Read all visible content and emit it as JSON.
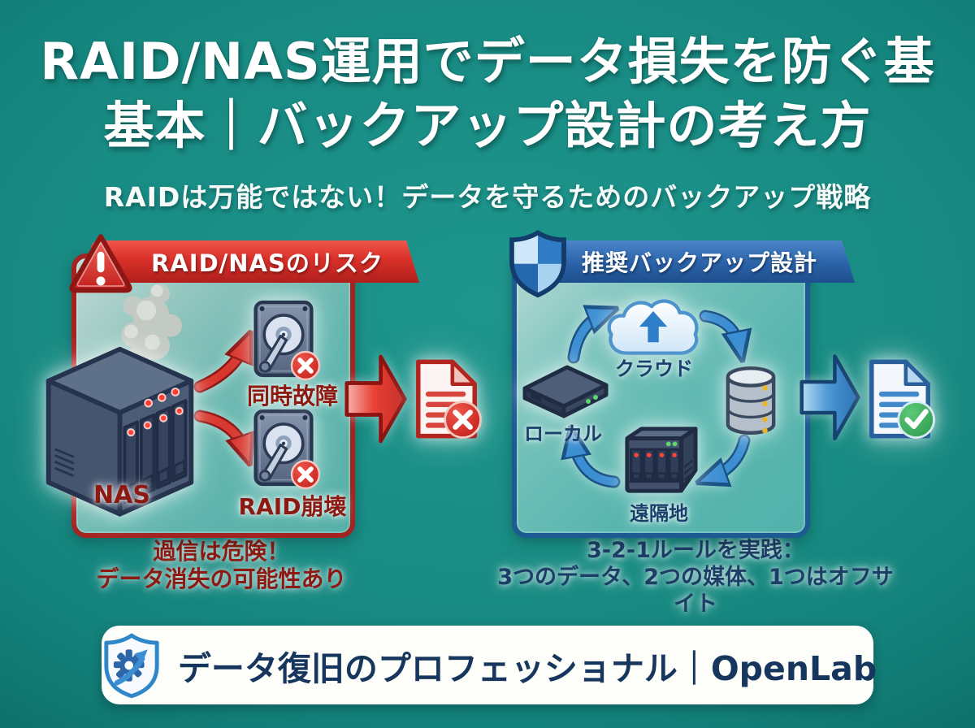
{
  "title": {
    "line1": "RAID/NAS運用でデータ損失を防ぐ基",
    "line2": "基本｜バックアップ設計の考え方"
  },
  "subtitle": "RAIDは万能ではない！データを守るためのバックアップ戦略",
  "risk_panel": {
    "header": "RAID/NASのリスク",
    "nas_label": "NAS",
    "failure_labels": [
      "同時故障",
      "RAID崩壊"
    ],
    "caption": [
      "過信は危険！",
      "データ消失の可能性あり"
    ]
  },
  "backup_panel": {
    "header": "推奨バックアップ設計",
    "node_labels": {
      "cloud": "クラウド",
      "local": "ローカル",
      "remote": "遠隔地"
    },
    "caption": [
      "3-2-1ルールを実践：",
      "3つのデータ、2つの媒体、1つはオフサイト"
    ]
  },
  "footer": {
    "text": "データ復旧のプロフェッショナル｜OpenLab"
  },
  "colors": {
    "background": "#178a82",
    "risk_accent": "#c0262b",
    "backup_accent": "#1d5c94",
    "danger_text": "#8c1a12",
    "navy_text": "#1c3e66"
  }
}
